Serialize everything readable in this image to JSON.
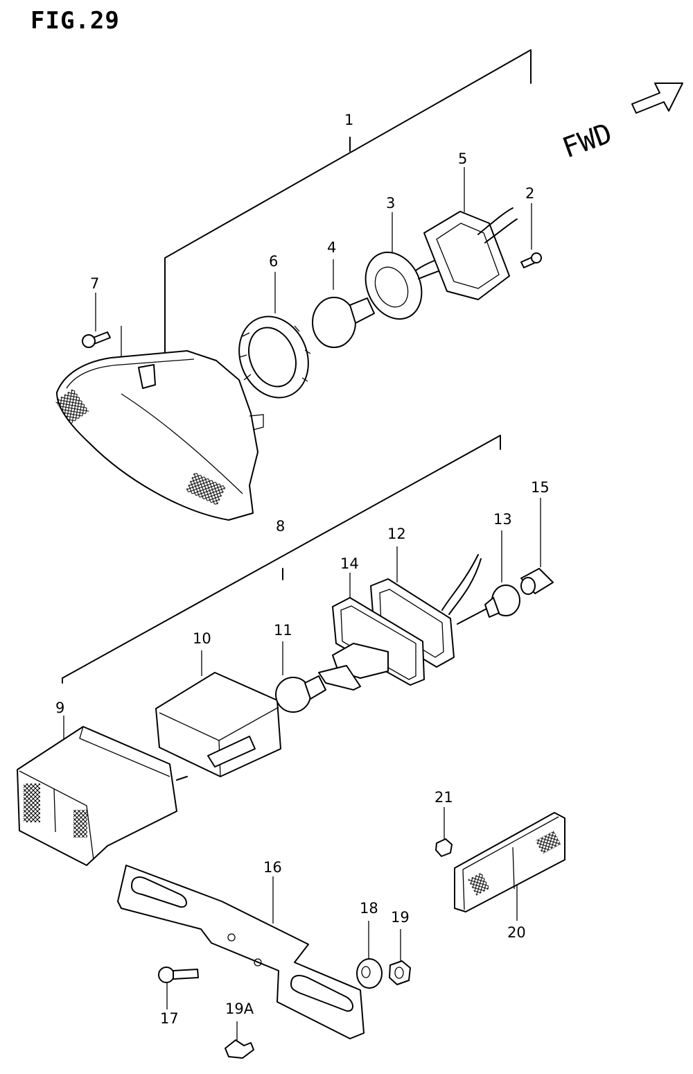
{
  "figure": {
    "title": "FIG.29",
    "direction_label": "FWD"
  },
  "callouts": {
    "p1": "1",
    "p2": "2",
    "p3": "3",
    "p4": "4",
    "p5": "5",
    "p6": "6",
    "p7": "7",
    "p8": "8",
    "p9": "9",
    "p10": "10",
    "p11": "11",
    "p12": "12",
    "p13": "13",
    "p14": "14",
    "p15": "15",
    "p16": "16",
    "p17": "17",
    "p18": "18",
    "p19": "19",
    "p19a": "19A",
    "p20": "20",
    "p21": "21"
  }
}
